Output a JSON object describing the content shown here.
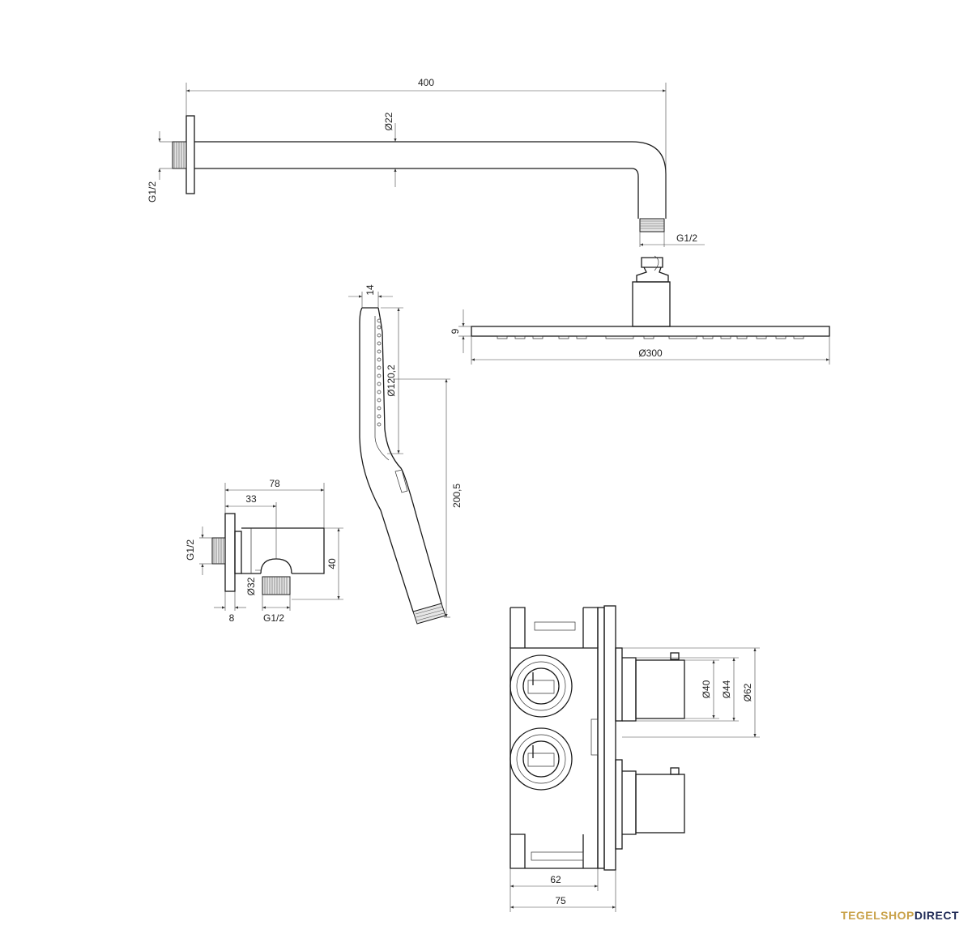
{
  "dimensions": {
    "arm_length": "400",
    "arm_diameter": "Ø22",
    "arm_wall_thread": "G1/2",
    "arm_head_thread": "G1/2",
    "head_thickness": "9",
    "head_diameter": "Ø300",
    "handshower_top_width": "14",
    "handshower_face_diameter": "Ø120,2",
    "handshower_length": "200,5",
    "elbow_total_depth": "78",
    "elbow_outlet_offset": "33",
    "elbow_inlet_thread": "G1/2",
    "elbow_height": "40",
    "elbow_outlet_diameter": "Ø32",
    "elbow_flange": "8",
    "elbow_outlet_thread": "G1/2",
    "valve_d40": "Ø40",
    "valve_d44": "Ø44",
    "valve_d62": "Ø62",
    "box_depth_62": "62",
    "box_depth_75": "75"
  },
  "brand": {
    "part1": "TEGELSHOP",
    "part2": "DIRECT",
    "color1": "#c9a24a",
    "color2": "#1f2a56"
  }
}
